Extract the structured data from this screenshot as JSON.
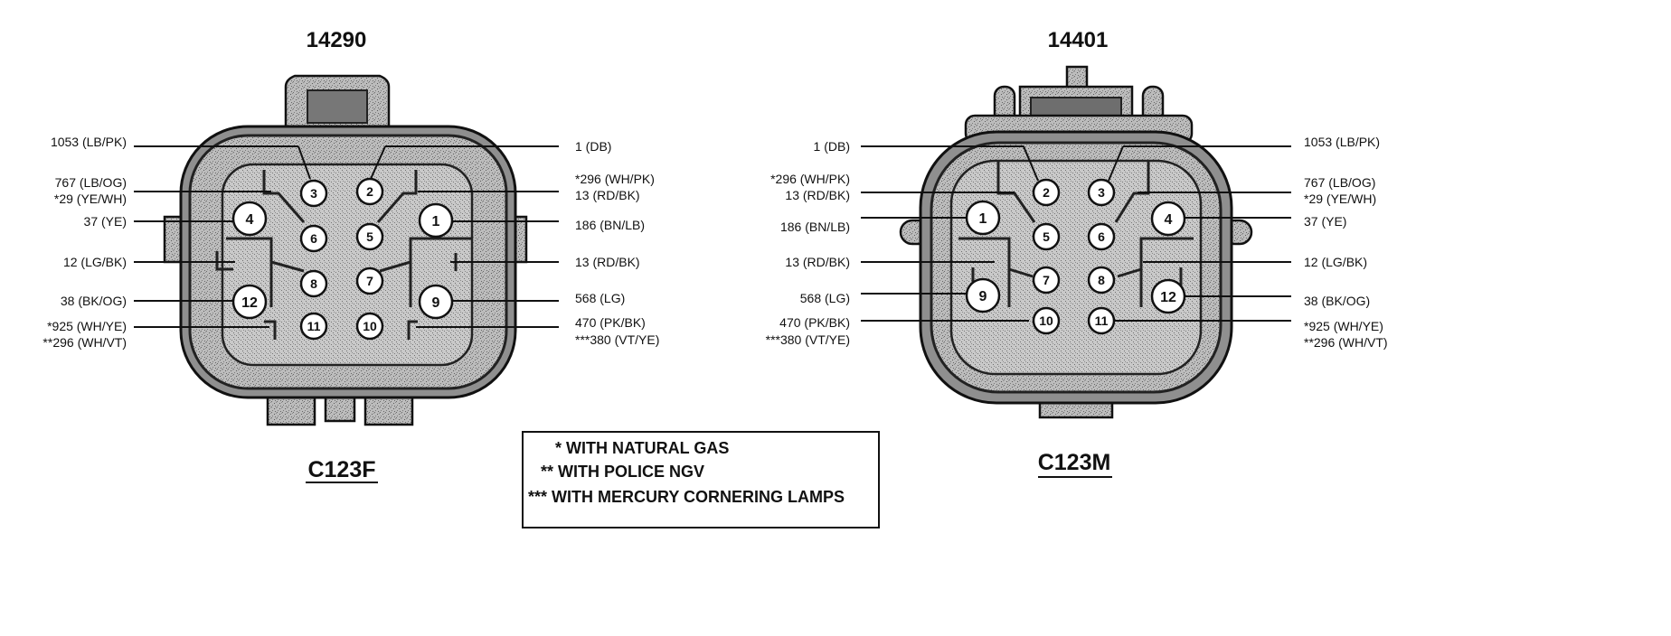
{
  "connectors": [
    {
      "id": "left",
      "part_number": "14290",
      "name": "C123F",
      "left_labels": [
        [
          "1053 (LB/PK)"
        ],
        [
          "767 (LB/OG)",
          "*29 (YE/WH)"
        ],
        [
          "37 (YE)"
        ],
        [
          "12 (LG/BK)"
        ],
        [
          "38 (BK/OG)"
        ],
        [
          "*925 (WH/YE)",
          "**296 (WH/VT)"
        ]
      ],
      "right_labels": [
        [
          "1 (DB)"
        ],
        [
          "*296 (WH/PK)",
          "13 (RD/BK)"
        ],
        [
          "186 (BN/LB)"
        ],
        [
          "13 (RD/BK)"
        ],
        [
          "568 (LG)"
        ],
        [
          "470 (PK/BK)",
          "***380 (VT/YE)"
        ]
      ],
      "pins": [
        "3",
        "2",
        "4",
        "6",
        "5",
        "1",
        "8",
        "7",
        "12",
        "9",
        "11",
        "10"
      ]
    },
    {
      "id": "right",
      "part_number": "14401",
      "name": "C123M",
      "left_labels": [
        [
          "1 (DB)"
        ],
        [
          "*296 (WH/PK)",
          "13 (RD/BK)"
        ],
        [
          "186 (BN/LB)"
        ],
        [
          "13 (RD/BK)"
        ],
        [
          "568 (LG)"
        ],
        [
          "470 (PK/BK)",
          "***380 (VT/YE)"
        ]
      ],
      "right_labels": [
        [
          "1053 (LB/PK)"
        ],
        [
          "767 (LB/OG)",
          "*29 (YE/WH)"
        ],
        [
          "37 (YE)"
        ],
        [
          "12 (LG/BK)"
        ],
        [
          "38 (BK/OG)"
        ],
        [
          "*925 (WH/YE)",
          "**296 (WH/VT)"
        ]
      ],
      "pins": [
        "2",
        "3",
        "1",
        "5",
        "6",
        "4",
        "7",
        "8",
        "9",
        "12",
        "10",
        "11"
      ]
    }
  ],
  "legend": {
    "lines": [
      "* WITH NATURAL GAS",
      "** WITH POLICE NGV",
      "*** WITH MERCURY CORNERING LAMPS"
    ]
  }
}
